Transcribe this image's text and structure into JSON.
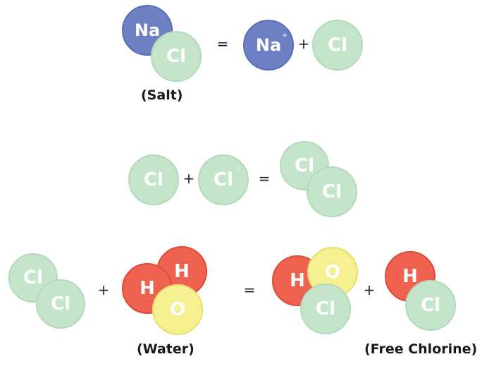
{
  "symbols": {
    "sodium": "Na",
    "chlorine": "Cl",
    "hydrogen": "H",
    "oxygen": "O"
  },
  "charges": {
    "positive": "+",
    "negative": "-"
  },
  "operators": {
    "equals": "=",
    "plus": "+"
  },
  "labels": {
    "salt": "(Salt)",
    "water": "(Water)",
    "free_chlorine": "(Free Chlorine)"
  },
  "colors": {
    "sodium": "#6e80c4",
    "chlorine": "#c5e5ca",
    "hydrogen": "#f06250",
    "oxygen": "#f5f090"
  }
}
